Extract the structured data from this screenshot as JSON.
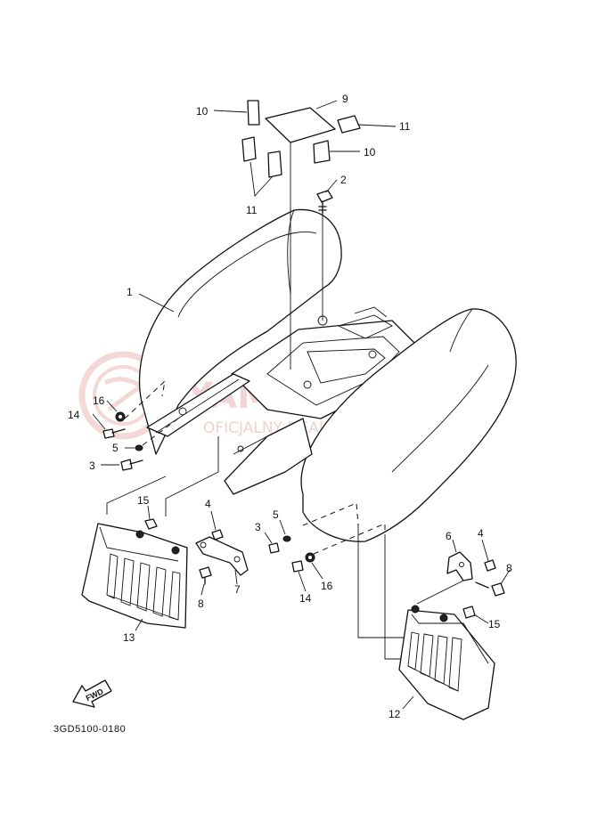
{
  "diagram": {
    "code": "3GD5100-0180",
    "fwd_label": "FWD",
    "watermark": {
      "main": "YAMASKLEP.PL",
      "sub": "OFICJALNY DEALER YAMAHA"
    },
    "callouts": {
      "c1": "1",
      "c2": "2",
      "c3a": "3",
      "c3b": "3",
      "c4a": "4",
      "c4b": "4",
      "c5a": "5",
      "c5b": "5",
      "c6": "6",
      "c7": "7",
      "c8a": "8",
      "c8b": "8",
      "c9": "9",
      "c10a": "10",
      "c10b": "10",
      "c11a": "11",
      "c11b": "11",
      "c12": "12",
      "c13": "13",
      "c14a": "14",
      "c14b": "14",
      "c15a": "15",
      "c15b": "15",
      "c16a": "16",
      "c16b": "16"
    }
  }
}
